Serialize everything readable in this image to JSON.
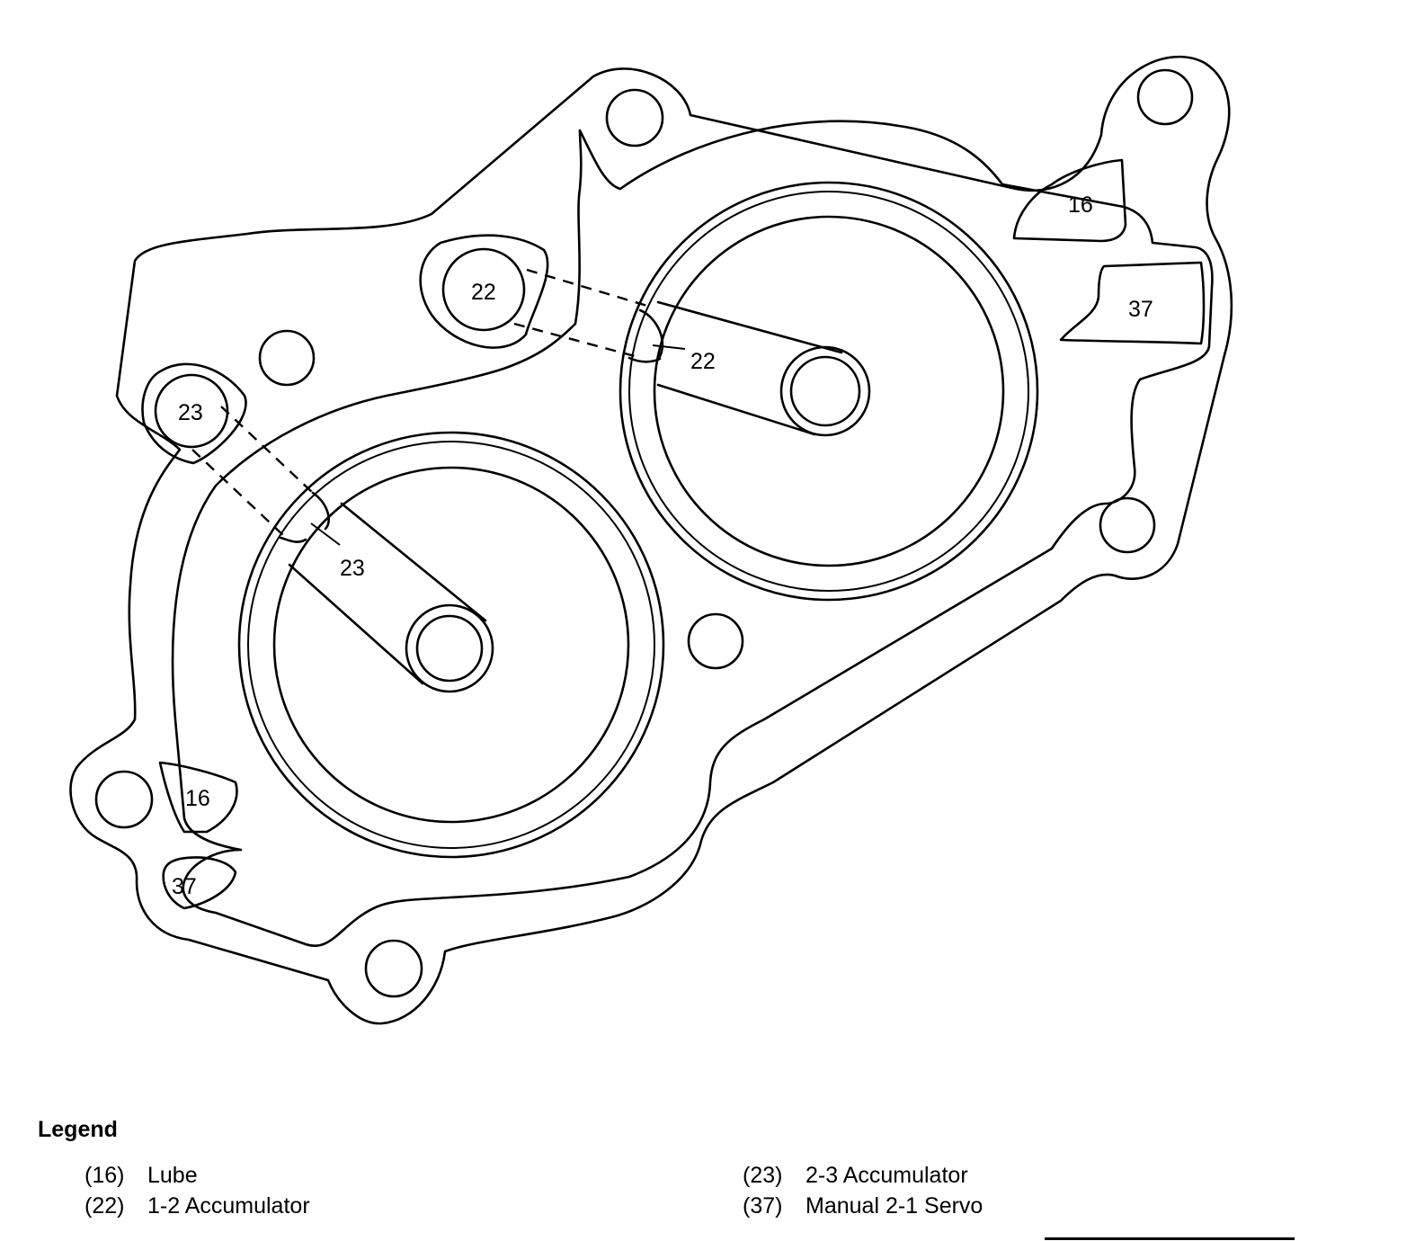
{
  "diagram": {
    "callouts": [
      {
        "id": "c16a",
        "text": "16"
      },
      {
        "id": "c37a",
        "text": "37"
      },
      {
        "id": "c22a",
        "text": "22"
      },
      {
        "id": "c22b",
        "text": "22"
      },
      {
        "id": "c23a",
        "text": "23"
      },
      {
        "id": "c23b",
        "text": "23"
      },
      {
        "id": "c16b",
        "text": "16"
      },
      {
        "id": "c37b",
        "text": "37"
      }
    ]
  },
  "legend": {
    "title": "Legend",
    "items": [
      {
        "code": "(16)",
        "label": "Lube"
      },
      {
        "code": "(22)",
        "label": "1-2 Accumulator"
      },
      {
        "code": "(23)",
        "label": "2-3 Accumulator"
      },
      {
        "code": "(37)",
        "label": "Manual 2-1 Servo"
      }
    ]
  }
}
